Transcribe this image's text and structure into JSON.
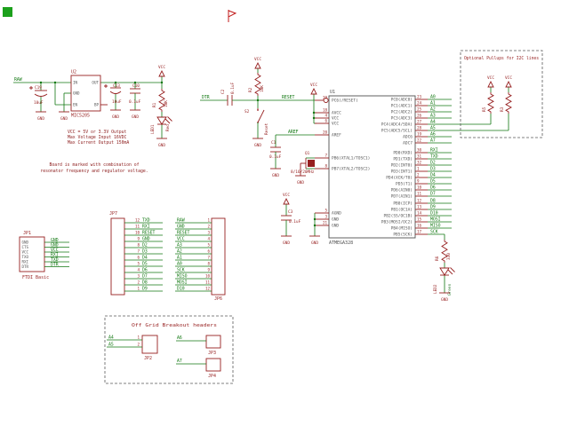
{
  "labels": {
    "gnd": "GND",
    "vcc": "VCC",
    "raw": "RAW"
  },
  "regulator": {
    "u2": {
      "refdes": "U2",
      "part": "MIC5205",
      "pin_in": "IN",
      "pin_out": "OUT",
      "pin_gnd": "GND",
      "pin_en": "EN",
      "pin_bp": "BP"
    },
    "c19": {
      "refdes": "C19",
      "value": "10uF"
    },
    "c13": {
      "refdes": "C13",
      "value": "10uF"
    },
    "c10": {
      "refdes": "C10",
      "value": "0.1uF"
    },
    "r1": {
      "refdes": "R1",
      "value": "10K"
    },
    "led1": {
      "refdes": "LED1",
      "value": "Red"
    },
    "notes": [
      "VCC = 5V or 3.3V Output",
      "Max Voltage Input 16VDC",
      "Max Current Output 150mA"
    ],
    "board_note": [
      "Board is marked with combination of",
      "resonator frequency and regulator voltage."
    ]
  },
  "ftdi": {
    "refdes": "JP1",
    "caption": "FTDI Basic",
    "pins": [
      {
        "inner": "GND",
        "net": "GND"
      },
      {
        "inner": "CTS",
        "net": "GND"
      },
      {
        "inner": "VCC",
        "net": "VCC"
      },
      {
        "inner": "TXO",
        "net": "RXI"
      },
      {
        "inner": "RXI",
        "net": "TXD"
      },
      {
        "inner": "DTR",
        "net": "DTR"
      }
    ]
  },
  "jp7": {
    "refdes": "JP7",
    "pins": [
      {
        "num": "12",
        "net": "TXD"
      },
      {
        "num": "11",
        "net": "RXI"
      },
      {
        "num": "10",
        "net": "RESET"
      },
      {
        "num": "9",
        "net": "GND"
      },
      {
        "num": "8",
        "net": "D2"
      },
      {
        "num": "7",
        "net": "D3"
      },
      {
        "num": "6",
        "net": "D4"
      },
      {
        "num": "5",
        "net": "D5"
      },
      {
        "num": "4",
        "net": "D6"
      },
      {
        "num": "3",
        "net": "D7"
      },
      {
        "num": "2",
        "net": "D8"
      },
      {
        "num": "1",
        "net": "D9"
      }
    ]
  },
  "jp6": {
    "refdes": "JP6",
    "pins": [
      {
        "num": "1",
        "net": "RAW"
      },
      {
        "num": "2",
        "net": "GND"
      },
      {
        "num": "3",
        "net": "RESET"
      },
      {
        "num": "4",
        "net": "VCC"
      },
      {
        "num": "5",
        "net": "A3"
      },
      {
        "num": "6",
        "net": "A2"
      },
      {
        "num": "7",
        "net": "A1"
      },
      {
        "num": "8",
        "net": "A0"
      },
      {
        "num": "9",
        "net": "SCK"
      },
      {
        "num": "10",
        "net": "MISO"
      },
      {
        "num": "11",
        "net": "MOSI"
      },
      {
        "num": "12",
        "net": "D10"
      }
    ]
  },
  "reset": {
    "dtr_net": "DTR",
    "reset_net": "RESET",
    "c2": {
      "refdes": "C2",
      "value": "0.1uF"
    },
    "r2": {
      "refdes": "R2",
      "value": "10K"
    },
    "s2": {
      "refdes": "S2",
      "value": "Reset"
    }
  },
  "aref_net": "AREF",
  "c1": {
    "refdes": "C1",
    "value": "0.1uF"
  },
  "q1": {
    "refdes": "Q1",
    "value": "8/16/20MHz"
  },
  "c3": {
    "refdes": "C3",
    "value": "0.1uF"
  },
  "u1": {
    "refdes": "U1",
    "part": "ATMEGA328",
    "left_pins": [
      {
        "num": "29",
        "name": "PC6(/RESET)"
      },
      {
        "num": "18",
        "name": "AVCC"
      },
      {
        "num": "4",
        "name": "VCC"
      },
      {
        "num": "6",
        "name": "VCC"
      },
      {
        "num": "20",
        "name": "AREF"
      },
      {
        "num": "7",
        "name": "PB6(XTAL1/TOSC1)"
      },
      {
        "num": "8",
        "name": "PB7(XTAL2/TOSC2)"
      },
      {
        "num": "5",
        "name": "AGND"
      },
      {
        "num": "3",
        "name": "GND"
      },
      {
        "num": "21",
        "name": "GND"
      }
    ],
    "right_pins": [
      {
        "num": "23",
        "name": "PC0(ADC0)",
        "net": "A0"
      },
      {
        "num": "24",
        "name": "PC1(ADC1)",
        "net": "A1"
      },
      {
        "num": "25",
        "name": "PC2(ADC2)",
        "net": "A2"
      },
      {
        "num": "26",
        "name": "PC3(ADC3)",
        "net": "A3"
      },
      {
        "num": "27",
        "name": "PC4(ADC4/SDA)",
        "net": "A4"
      },
      {
        "num": "28",
        "name": "PC5(ADC5/SCL)",
        "net": "A5"
      },
      {
        "num": "19",
        "name": "ADC6",
        "net": "A6"
      },
      {
        "num": "22",
        "name": "ADC7",
        "net": "A7"
      },
      {
        "num": "30",
        "name": "PD0(RXD)",
        "net": "RXI"
      },
      {
        "num": "31",
        "name": "PD1(TXD)",
        "net": "TXD"
      },
      {
        "num": "32",
        "name": "PD2(INT0)",
        "net": "D2"
      },
      {
        "num": "1",
        "name": "PD3(INT1)",
        "net": "D3"
      },
      {
        "num": "2",
        "name": "PD4(XCK/T0)",
        "net": "D4"
      },
      {
        "num": "9",
        "name": "PD5(T1)",
        "net": "D5"
      },
      {
        "num": "10",
        "name": "PD6(AIN0)",
        "net": "D6"
      },
      {
        "num": "11",
        "name": "PD7(AIN1)",
        "net": "D7"
      },
      {
        "num": "12",
        "name": "PB0(ICP)",
        "net": "D8"
      },
      {
        "num": "13",
        "name": "PB1(OC1A)",
        "net": "D9"
      },
      {
        "num": "14",
        "name": "PB2(SS/OC1B)",
        "net": "D10"
      },
      {
        "num": "15",
        "name": "PB3(MOSI/OC2)",
        "net": "MOSI"
      },
      {
        "num": "16",
        "name": "PB4(MISO)",
        "net": "MISO"
      },
      {
        "num": "17",
        "name": "PB5(SCK)",
        "net": "SCK"
      }
    ]
  },
  "pullups": {
    "title": "Optional Pullups for I2C lines",
    "r5": {
      "refdes": "R5"
    },
    "r3": {
      "refdes": "R3"
    }
  },
  "led_chain": {
    "r6": {
      "refdes": "R6",
      "value": "330"
    },
    "led2": {
      "refdes": "LED2",
      "value": "Green"
    }
  },
  "offgrid": {
    "title": "Off Grid Breakout headers",
    "jp2": {
      "refdes": "JP2",
      "pins": [
        {
          "num": "1",
          "net": "A4"
        },
        {
          "num": "2",
          "net": "A5"
        }
      ]
    },
    "jp3": {
      "refdes": "JP3",
      "net": "A6"
    },
    "jp4": {
      "refdes": "JP4",
      "net": "A7"
    }
  }
}
